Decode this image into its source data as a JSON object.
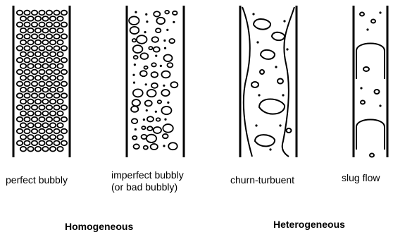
{
  "regimes": [
    {
      "id": "perfect-bubbly",
      "label_lines": [
        "perfect bubbly"
      ]
    },
    {
      "id": "imperfect-bubbly",
      "label_lines": [
        "imperfect bubbly",
        "(or bad bubbly)"
      ]
    },
    {
      "id": "churn-turbulent",
      "label_lines": [
        "churn-turbuent"
      ]
    },
    {
      "id": "slug-flow",
      "label_lines": [
        "slug flow"
      ]
    }
  ],
  "categories": {
    "homogeneous": "Homogeneous",
    "heterogeneous": "Heterogeneous"
  },
  "colors": {
    "ink": "#000000",
    "background": "#ffffff"
  }
}
